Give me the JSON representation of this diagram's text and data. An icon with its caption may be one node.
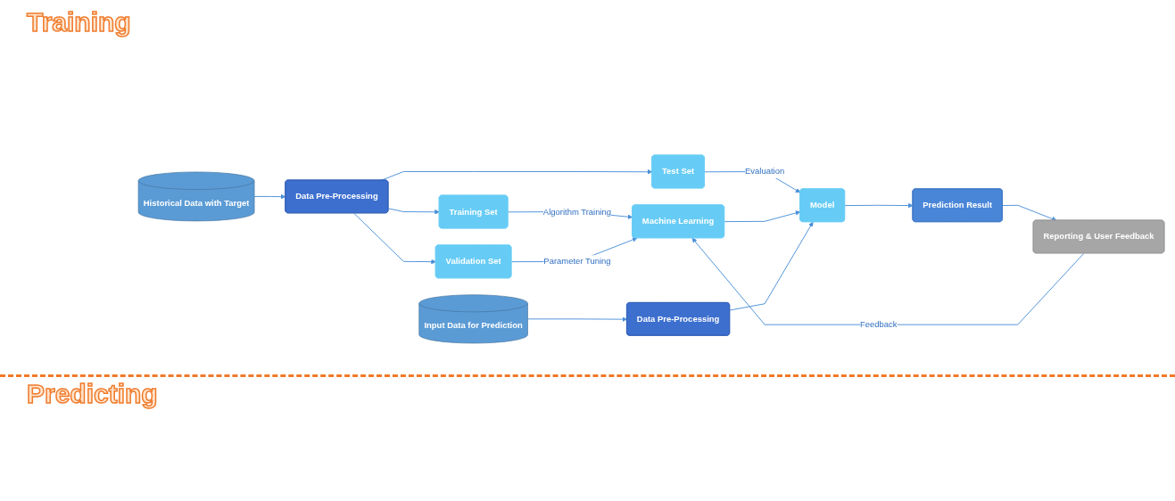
{
  "diagram": {
    "nodes": [
      {
        "text": [
          "Historical Data with Target"
        ]
      },
      {
        "text": [
          "Data Pre-Processing"
        ]
      },
      {
        "text": [
          "Training Set"
        ]
      },
      {
        "text": [
          "Validation Set"
        ]
      },
      {
        "text": [
          "Test Set"
        ]
      },
      {
        "text": [
          "Machine Learning"
        ]
      },
      {
        "text": [
          "Input Data for Prediction"
        ]
      },
      {
        "text": [
          "Data Pre-Processing"
        ]
      },
      {
        "text": [
          "Model"
        ]
      },
      {
        "text": [
          "Prediction Result"
        ]
      },
      {
        "text": [
          "Reporting & User Feedback"
        ]
      }
    ],
    "edges": [
      {
        "from": 0,
        "to": 1,
        "arrow": "to"
      },
      {
        "from": 1,
        "to": 2,
        "arrow": "to"
      },
      {
        "from": 1,
        "to": 3,
        "arrow": "to"
      },
      {
        "from": 1,
        "to": 4,
        "arrow": "to"
      },
      {
        "from": 2,
        "to": 5,
        "arrow": "to",
        "label": "Algorithm Training"
      },
      {
        "from": 3,
        "to": 5,
        "arrow": "to",
        "label": "Parameter Tuning"
      },
      {
        "from": 4,
        "to": 8,
        "arrow": "to",
        "label": "Evaluation"
      },
      {
        "from": 5,
        "to": 8,
        "arrow": "to"
      },
      {
        "from": 6,
        "to": 7,
        "arrow": "to"
      },
      {
        "from": 7,
        "to": 8,
        "arrow": "to"
      },
      {
        "from": 8,
        "to": 9,
        "arrow": "to"
      },
      {
        "from": 9,
        "to": 10,
        "arrow": "to"
      },
      {
        "from": 10,
        "to": 5,
        "arrow": "to",
        "label": "Feedback"
      }
    ],
    "labels": [
      "Training",
      "Predicting"
    ]
  }
}
